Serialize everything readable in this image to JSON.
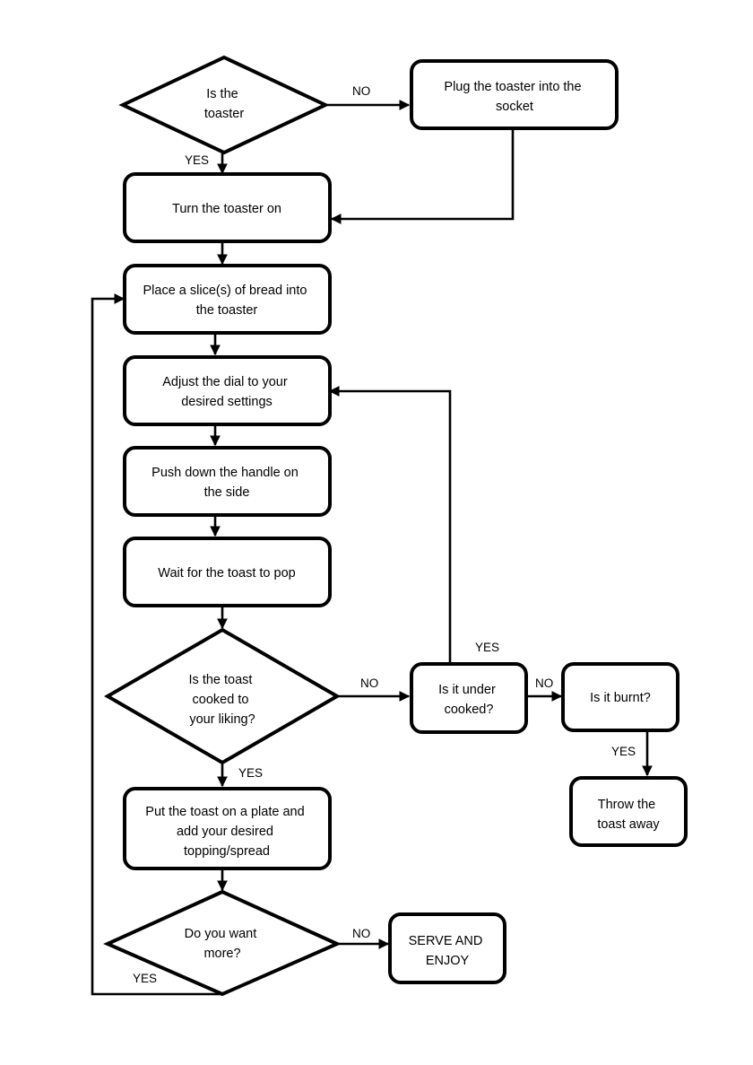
{
  "nodes": {
    "q_toaster": {
      "lines": [
        "Is the",
        "toaster"
      ]
    },
    "plug_in": {
      "lines": [
        "Plug the toaster into the",
        "socket"
      ]
    },
    "turn_on": {
      "lines": [
        "Turn the toaster on"
      ]
    },
    "place_bread": {
      "lines": [
        "Place a slice(s) of bread into",
        "the toaster"
      ]
    },
    "adjust_dial": {
      "lines": [
        "Adjust the dial to your",
        "desired settings"
      ]
    },
    "push_handle": {
      "lines": [
        "Push down the handle on",
        "the side"
      ]
    },
    "wait_pop": {
      "lines": [
        "Wait for the toast to pop"
      ]
    },
    "q_cooked": {
      "lines": [
        "Is the toast",
        "cooked to",
        "your liking?"
      ]
    },
    "q_under": {
      "lines": [
        "Is it under",
        "cooked?"
      ]
    },
    "q_burnt": {
      "lines": [
        "Is it burnt?"
      ]
    },
    "throw_away": {
      "lines": [
        "Throw the",
        "toast away"
      ]
    },
    "put_plate": {
      "lines": [
        "Put the toast on a plate and",
        "add your desired",
        "topping/spread"
      ]
    },
    "q_more": {
      "lines": [
        "Do you want",
        "more?"
      ]
    },
    "serve": {
      "lines": [
        "SERVE AND",
        "ENJOY"
      ]
    }
  },
  "edge_labels": {
    "toaster_no": "NO",
    "toaster_yes": "YES",
    "cooked_no": "NO",
    "cooked_yes": "YES",
    "under_yes": "YES",
    "under_no": "NO",
    "burnt_yes": "YES",
    "more_no": "NO",
    "more_yes": "YES"
  }
}
